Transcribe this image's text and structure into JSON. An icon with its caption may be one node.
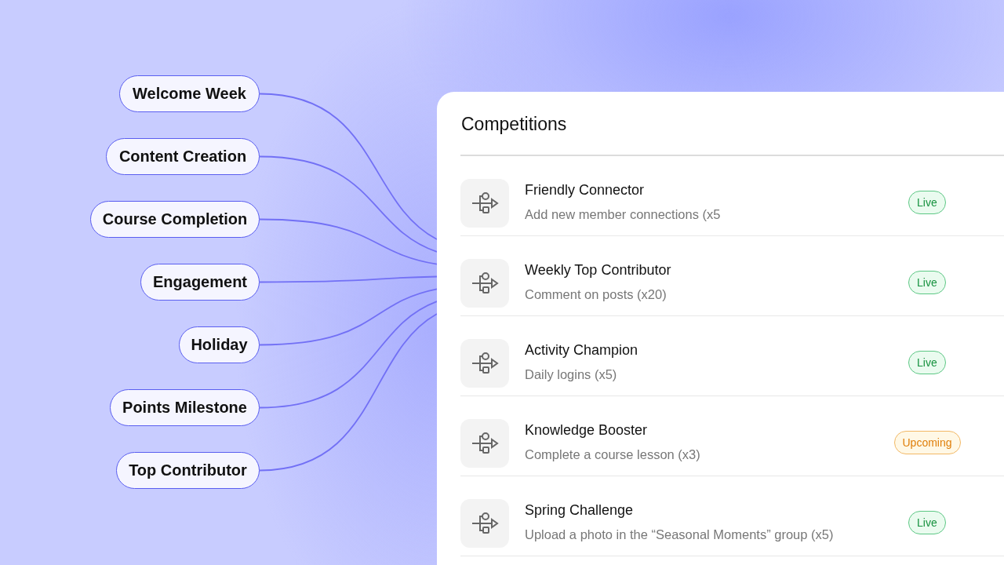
{
  "diagram": {
    "nodes": [
      {
        "text": [
          "Welcome Week"
        ]
      },
      {
        "text": [
          "Content Creation"
        ]
      },
      {
        "text": [
          "Course Completion"
        ]
      },
      {
        "text": [
          "Engagement"
        ]
      },
      {
        "text": [
          "Holiday"
        ]
      },
      {
        "text": [
          "Points Milestone"
        ]
      },
      {
        "text": [
          "Top Contributor"
        ]
      },
      {
        "text": [
          "Competitions"
        ]
      },
      {
        "text": [
          "Friendly Connector",
          "Add new member connections (x5"
        ],
        "in": 7
      },
      {
        "text": [
          "Live"
        ],
        "in": 8
      },
      {
        "text": [
          "Weekly Top Contributor",
          "Comment on posts (x20)"
        ],
        "in": 7
      },
      {
        "text": [
          "Live"
        ],
        "in": 10
      },
      {
        "text": [
          "Activity Champion",
          "Daily logins (x5)"
        ],
        "in": 7
      },
      {
        "text": [
          "Live"
        ],
        "in": 12
      },
      {
        "text": [
          "Knowledge Booster",
          "Complete a course lesson (x3)"
        ],
        "in": 7
      },
      {
        "text": [
          "Upcoming"
        ],
        "in": 14
      },
      {
        "text": [
          "Spring Challenge",
          "Upload a photo in the “Seasonal Moments” group (x5)"
        ],
        "in": 7
      },
      {
        "text": [
          "Live"
        ],
        "in": 16
      }
    ],
    "edges": [
      {
        "from": 0,
        "to": 7,
        "arrow": "none"
      },
      {
        "from": 1,
        "to": 7,
        "arrow": "none"
      },
      {
        "from": 2,
        "to": 7,
        "arrow": "none"
      },
      {
        "from": 3,
        "to": 7,
        "arrow": "none"
      },
      {
        "from": 4,
        "to": 7,
        "arrow": "none"
      },
      {
        "from": 5,
        "to": 7,
        "arrow": "none"
      },
      {
        "from": 6,
        "to": 7,
        "arrow": "none"
      }
    ]
  }
}
